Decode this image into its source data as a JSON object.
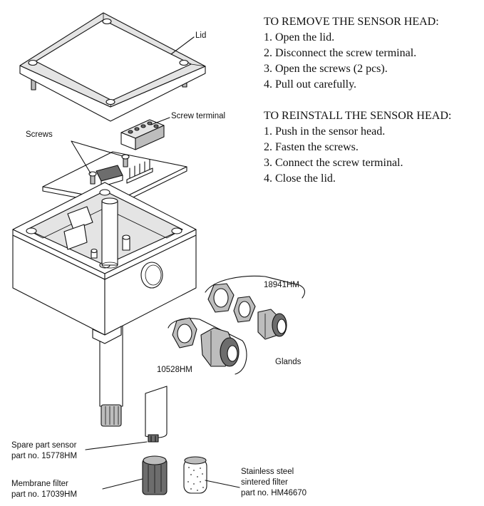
{
  "instructions": {
    "remove": {
      "heading": "TO REMOVE THE SENSOR HEAD:",
      "steps": [
        "1. Open the lid.",
        "2. Disconnect the screw terminal.",
        "3. Open the screws (2 pcs).",
        "4. Pull out carefully."
      ]
    },
    "reinstall": {
      "heading": "TO REINSTALL THE SENSOR HEAD:",
      "steps": [
        "1. Push in the sensor head.",
        "2. Fasten the screws.",
        "3. Connect the screw terminal.",
        "4. Close the lid."
      ]
    }
  },
  "labels": {
    "lid": "Lid",
    "screw_terminal": "Screw terminal",
    "screws": "Screws",
    "gland_set_1": "18941HM",
    "gland_set_2": "10528HM",
    "glands": "Glands",
    "spare_sensor": [
      "Spare part sensor",
      "part no. 15778HM"
    ],
    "membrane_filter": [
      "Membrane filter",
      "part no. 17039HM"
    ],
    "steel_filter": [
      "Stainless steel",
      "sintered filter",
      "part no. HM46670"
    ]
  }
}
